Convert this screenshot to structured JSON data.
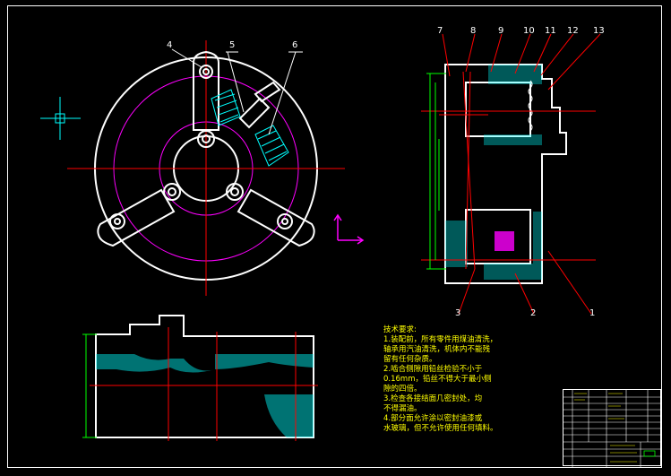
{
  "drawing": {
    "title": "Three-jaw chuck assembly drawing",
    "colors": {
      "background": "#000000",
      "outline": "#ffffff",
      "centerline": "#ff0000",
      "pitch_circle": "#ff00ff",
      "hatch": "#00ffff",
      "dimension": "#00ff00",
      "leader": "#ff0000",
      "text": "#ffff00"
    },
    "front_view_callouts": [
      "4",
      "5",
      "6"
    ],
    "section_view_callouts_top": [
      "7",
      "8",
      "9",
      "10",
      "11",
      "12",
      "13"
    ],
    "section_view_callouts_bottom": [
      "3",
      "2",
      "1"
    ],
    "technical_notes": {
      "heading": "技术要求:",
      "lines": [
        "1.装配前，所有零件用煤油清洗，",
        "轴承用汽油清洗，机体内不能残",
        "留有任何杂质。",
        "2.啮合侧隙用铅丝检验不小于",
        "0.16mm，铅丝不得大于最小侧",
        "隙的四倍。",
        "3.检查各接结面几密封处，均",
        "不得漏油。",
        "4.部分面允许涂以密封油漆或",
        "水玻璃，但不允许使用任何填料。"
      ]
    },
    "title_block": {
      "icon": "title-block-table"
    }
  }
}
